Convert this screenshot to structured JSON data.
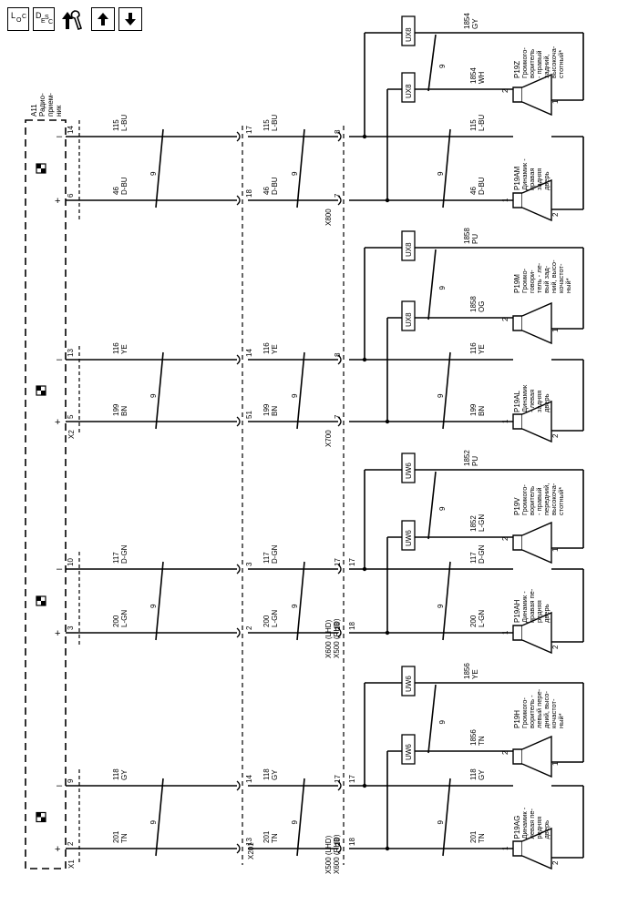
{
  "toolbar": {
    "loc_main": "L",
    "loc_sub1": "O",
    "loc_sub2": "C",
    "desc_main": "D",
    "desc_sub1": "E",
    "desc_sub2": "S",
    "desc_sub3": "C"
  },
  "radio": {
    "name": "A11",
    "desc": [
      "Радио-",
      "прием-",
      "ник"
    ],
    "conn_x1": "X1",
    "conn_x2": "X2"
  },
  "inline_connectors": {
    "x201": "X201",
    "x800": "X800",
    "x700": "X700",
    "x600_lhd": "X600 (LHD)",
    "x500_rhd": "X500 (RHD)",
    "x500_lhd": "X500 (LHD)",
    "x600_rhd": "X600 (RHD)"
  },
  "twist": "9",
  "groups": [
    {
      "speaker_a": {
        "id": "P19Z",
        "desc": [
          "Громкого-",
          "воритель",
          "- правый",
          "задний,",
          "высокоча-",
          "стотный*"
        ]
      },
      "speaker_b": {
        "id": "P19AM",
        "desc": [
          "Динамик -",
          "правая",
          "задняя",
          "дверь"
        ]
      },
      "splice": "UX8",
      "wire_top_code": "1854",
      "wire_top_color": "GY",
      "wire_mid_code": "1854",
      "wire_mid_color": "WH",
      "neg": {
        "radio_pin": "14",
        "code": "115",
        "color": "L-BU",
        "x201_pin": "17",
        "inline_pin": "8",
        "inline_pin2": ""
      },
      "pos": {
        "radio_pin": "6",
        "code": "46",
        "color": "D-BU",
        "x201_pin": "18",
        "inline_pin": "7",
        "inline_pin2": ""
      }
    },
    {
      "speaker_a": {
        "id": "P19M",
        "desc": [
          "Громко-",
          "говори-",
          "тель - ле-",
          "вый зад-",
          "ний, высо-",
          "кочастот-",
          "ный*"
        ]
      },
      "speaker_b": {
        "id": "P19AL",
        "desc": [
          "Динамик",
          "- левая",
          "задняя",
          "дверь"
        ]
      },
      "splice": "UX8",
      "wire_top_code": "1858",
      "wire_top_color": "PU",
      "wire_mid_code": "1858",
      "wire_mid_color": "OG",
      "neg": {
        "radio_pin": "13",
        "code": "116",
        "color": "YE",
        "x201_pin": "14",
        "inline_pin": "8",
        "inline_pin2": ""
      },
      "pos": {
        "radio_pin": "5",
        "code": "199",
        "color": "BN",
        "x201_pin": "51",
        "inline_pin": "7",
        "inline_pin2": ""
      }
    },
    {
      "speaker_a": {
        "id": "P19V",
        "desc": [
          "Громкого-",
          "воритель",
          "- правый",
          "передний,",
          "высокоча-",
          "стотный*"
        ]
      },
      "speaker_b": {
        "id": "P19AH",
        "desc": [
          "Динамик -",
          "правая пе-",
          "редняя",
          "дверь"
        ]
      },
      "splice": "UW6",
      "wire_top_code": "1852",
      "wire_top_color": "PU",
      "wire_mid_code": "1852",
      "wire_mid_color": "L-GN",
      "neg": {
        "radio_pin": "10",
        "code": "117",
        "color": "D-GN",
        "x201_pin": "3",
        "inline_pin": "17",
        "inline_pin2": "17"
      },
      "pos": {
        "radio_pin": "3",
        "code": "200",
        "color": "L-GN",
        "x201_pin": "2",
        "inline_pin": "18",
        "inline_pin2": "18"
      }
    },
    {
      "speaker_a": {
        "id": "P19H",
        "desc": [
          "Громкого-",
          "воритель -",
          "левый пере-",
          "дний, высо-",
          "кочастот-",
          "ный*"
        ]
      },
      "speaker_b": {
        "id": "P19AG",
        "desc": [
          "Динамик -",
          "левая пе-",
          "редняя",
          "дверь"
        ]
      },
      "splice": "UW6",
      "wire_top_code": "1856",
      "wire_top_color": "YE",
      "wire_mid_code": "1856",
      "wire_mid_color": "TN",
      "neg": {
        "radio_pin": "9",
        "code": "118",
        "color": "GY",
        "x201_pin": "14",
        "inline_pin": "17",
        "inline_pin2": "17"
      },
      "pos": {
        "radio_pin": "2",
        "code": "201",
        "color": "TN",
        "x201_pin": "13",
        "inline_pin": "18",
        "inline_pin2": "18"
      }
    }
  ]
}
